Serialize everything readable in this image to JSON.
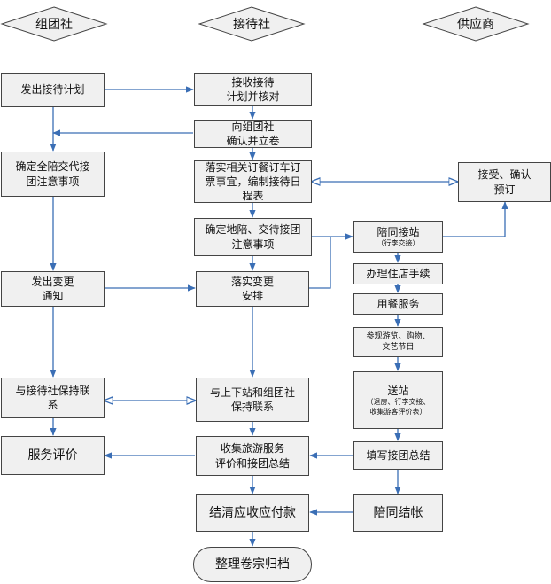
{
  "lanes": [
    "组团社",
    "接待社",
    "供应商"
  ],
  "nodes": {
    "n1": "发出接待计划",
    "n2": "确定全陪交代接\n团注意事项",
    "n3": "发出变更\n通知",
    "n4": "与接待社保持联\n系",
    "n5": "服务评价",
    "m1": "接收接待\n计划并核对",
    "m2": "向组团社\n确认并立卷",
    "m3": "落实相关订餐订车订\n票事宜，编制接待日\n程表",
    "m4": "确定地陪、交待接团\n注意事项",
    "m5": "落实变更\n安排",
    "m6": "与上下站和组团社\n保持联系",
    "m7": "收集旅游服务\n评价和接团总结",
    "m8": "结清应收应付款",
    "m9": "整理卷宗归档",
    "s1": "接受、确认\n预订",
    "r1_main": "陪同接站",
    "r1_sub": "（行李交接）",
    "r2": "办理住店手续",
    "r3": "用餐服务",
    "r4": "参观游览、购物、\n文艺节目",
    "r5_main": "送站",
    "r5_sub": "（退房、行李交接、\n收集游客评价表）",
    "r6": "填写接团总结",
    "r7": "陪同结帐"
  },
  "colors": {
    "arrow": "#3a6eb5",
    "box_fill": "#f0f0f0",
    "box_border": "#444444"
  }
}
